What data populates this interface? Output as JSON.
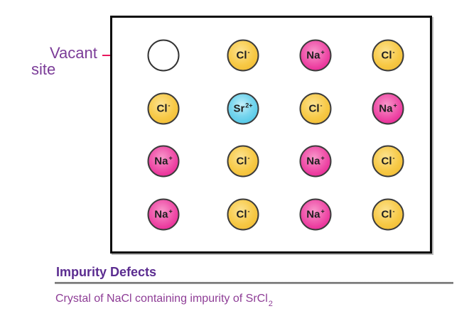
{
  "diagram": {
    "vacant_label": {
      "line1": "Vacant",
      "line2": "site"
    },
    "heading": "Impurity Defects",
    "caption": {
      "text": "Crystal of NaCl containing impurity of SrCl",
      "subscript": "2"
    }
  },
  "crystal_grid": {
    "rows": 4,
    "cols": 4,
    "cells": [
      [
        "vacant",
        "Cl-",
        "Na+",
        "Cl-"
      ],
      [
        "Cl-",
        "Sr2+",
        "Cl-",
        "Na+"
      ],
      [
        "Na+",
        "Cl-",
        "Na+",
        "Cl-"
      ],
      [
        "Na+",
        "Cl-",
        "Na+",
        "Cl-"
      ]
    ],
    "ions": {
      "Cl-": {
        "symbol": "Cl",
        "charge": "-",
        "name": "chloride",
        "color": "#F5C33C"
      },
      "Na+": {
        "symbol": "Na",
        "charge": "+",
        "name": "sodium",
        "color": "#EC1E8F"
      },
      "Sr2+": {
        "symbol": "Sr",
        "charge": "2+",
        "name": "strontium",
        "color": "#4FC8E8"
      },
      "vacant": {
        "symbol": "",
        "charge": "",
        "name": "vacant-site",
        "color": "#FFFFFF"
      }
    }
  },
  "colors": {
    "arrow": "#E8175D",
    "heading": "#5B2C90",
    "vacant_label": "#7B3C98",
    "caption": "#8E3D96",
    "box_border": "#0B0B0B",
    "rule": "#7A7A7A"
  }
}
